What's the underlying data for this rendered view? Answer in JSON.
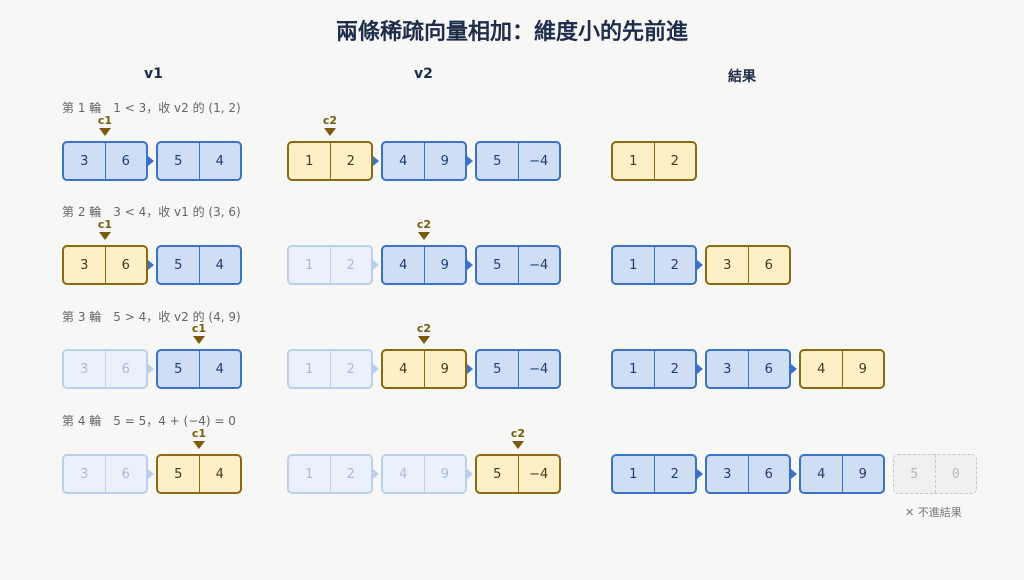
{
  "title": "兩條稀疏向量相加：維度小的先前進",
  "headers": {
    "v1": "v1",
    "v2": "v2",
    "result": "結果"
  },
  "pointers": {
    "c1": "c1",
    "c2": "c2"
  },
  "steps": [
    {
      "label": "第 1 輪　1 < 3，收 v2 的 (1, 2)",
      "v1": [
        {
          "d": "3",
          "v": "6"
        },
        {
          "d": "5",
          "v": "4"
        }
      ],
      "v2": [
        {
          "d": "1",
          "v": "2"
        },
        {
          "d": "4",
          "v": "9"
        },
        {
          "d": "5",
          "v": "−4"
        }
      ],
      "result": [
        {
          "d": "1",
          "v": "2"
        }
      ]
    },
    {
      "label": "第 2 輪　3 < 4，收 v1 的 (3, 6)",
      "v1": [
        {
          "d": "3",
          "v": "6"
        },
        {
          "d": "5",
          "v": "4"
        }
      ],
      "v2": [
        {
          "d": "1",
          "v": "2"
        },
        {
          "d": "4",
          "v": "9"
        },
        {
          "d": "5",
          "v": "−4"
        }
      ],
      "result": [
        {
          "d": "1",
          "v": "2"
        },
        {
          "d": "3",
          "v": "6"
        }
      ]
    },
    {
      "label": "第 3 輪　5 > 4，收 v2 的 (4, 9)",
      "v1": [
        {
          "d": "3",
          "v": "6"
        },
        {
          "d": "5",
          "v": "4"
        }
      ],
      "v2": [
        {
          "d": "1",
          "v": "2"
        },
        {
          "d": "4",
          "v": "9"
        },
        {
          "d": "5",
          "v": "−4"
        }
      ],
      "result": [
        {
          "d": "1",
          "v": "2"
        },
        {
          "d": "3",
          "v": "6"
        },
        {
          "d": "4",
          "v": "9"
        }
      ]
    },
    {
      "label": "第 4 輪　5 = 5，4 + (−4) = 0",
      "v1": [
        {
          "d": "3",
          "v": "6"
        },
        {
          "d": "5",
          "v": "4"
        }
      ],
      "v2": [
        {
          "d": "1",
          "v": "2"
        },
        {
          "d": "4",
          "v": "9"
        },
        {
          "d": "5",
          "v": "−4"
        }
      ],
      "result": [
        {
          "d": "1",
          "v": "2"
        },
        {
          "d": "3",
          "v": "6"
        },
        {
          "d": "4",
          "v": "9"
        }
      ],
      "ghost": {
        "d": "5",
        "v": "0"
      }
    }
  ],
  "ghost_note": "✕ 不進結果"
}
